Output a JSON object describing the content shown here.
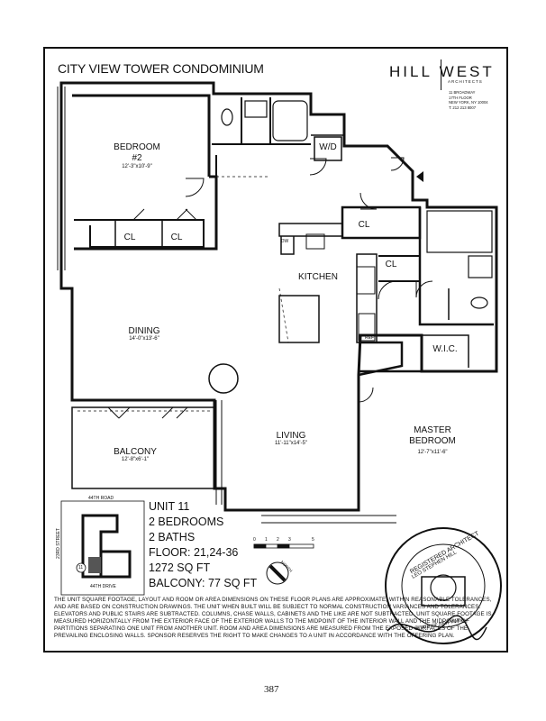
{
  "header": {
    "title": "CITY VIEW TOWER CONDOMINIUM",
    "logo_left": "HILL",
    "logo_right": "WEST",
    "logo_sub": "ARCHITECTS",
    "address": [
      "11 BROADWAY",
      "17TH FLOOR",
      "NEW YORK, NY 10004",
      "T: 212 213 8007"
    ]
  },
  "rooms": {
    "bedroom2": {
      "name": "BEDROOM #2",
      "dim": "12'-3\"x10'-9\""
    },
    "dining": {
      "name": "DINING",
      "dim": "14'-0\"x13'-6\""
    },
    "kitchen": {
      "name": "KITCHEN"
    },
    "living": {
      "name": "LIVING",
      "dim": "11'-11\"x14'-5\""
    },
    "master": {
      "name_line1": "MASTER",
      "name_line2": "BEDROOM",
      "dim": "12'-7\"x11'-6\""
    },
    "balcony": {
      "name": "BALCONY",
      "dim": "12'-8\"x6'-1\""
    },
    "wic": "W.I.C.",
    "wd": "W/D",
    "cl": "CL",
    "dw": "DW",
    "ref": "REF"
  },
  "keyplan": {
    "street_top": "44TH ROAD",
    "street_bottom": "44TH DRIVE",
    "street_side": "23RD STREET",
    "unit_marker": "11"
  },
  "scale": {
    "labels": [
      "0",
      "1",
      "2",
      "3",
      "5"
    ],
    "north": "NORTH"
  },
  "unit_info": {
    "unit": "UNIT 11",
    "bedrooms": "2 BEDROOMS",
    "baths": "2 BATHS",
    "floor": "FLOOR: 21,24-36",
    "sqft": "1272 SQ FT",
    "balcony": "BALCONY: 77 SQ FT"
  },
  "stamp": {
    "top": "REGISTERED ARCHITECT",
    "name": "LEO STEPHEN HILL",
    "state": "STATE OF NEW YORK"
  },
  "disclaimer": "THE UNIT SQUARE FOOTAGE, LAYOUT AND ROOM OR AREA DIMENSIONS ON THESE FLOOR PLANS ARE APPROXIMATE, WITHIN REASONABLE TOLERANCES, AND ARE BASED ON CONSTRUCTION DRAWINGS. THE UNIT WHEN BUILT WILL BE SUBJECT TO NORMAL CONSTRUCTION VARIANCES AND TOLERANCES. ELEVATORS AND PUBLIC STAIRS ARE SUBTRACTED. COLUMNS, CHASE WALLS, CABINETS AND THE LIKE ARE NOT SUBTRACTED. UNIT SQUARE FOOTAGE IS MEASURED HORIZONTALLY FROM THE EXTERIOR FACE OF THE EXTERIOR WALLS TO THE MIDPOINT OF THE INTERIOR WALL AND THE MIDPOINT OF PARTITIONS SEPARATING ONE UNIT FROM ANOTHER UNIT. ROOM AND AREA DIMENSIONS ARE MEASURED FROM THE EXPOSED SURFACES OF THE PREVAILING ENCLOSING WALLS. SPONSOR RESERVES THE RIGHT TO MAKE CHANGES TO A UNIT IN ACCORDANCE WITH THE OFFERING PLAN.",
  "page_number": "387"
}
